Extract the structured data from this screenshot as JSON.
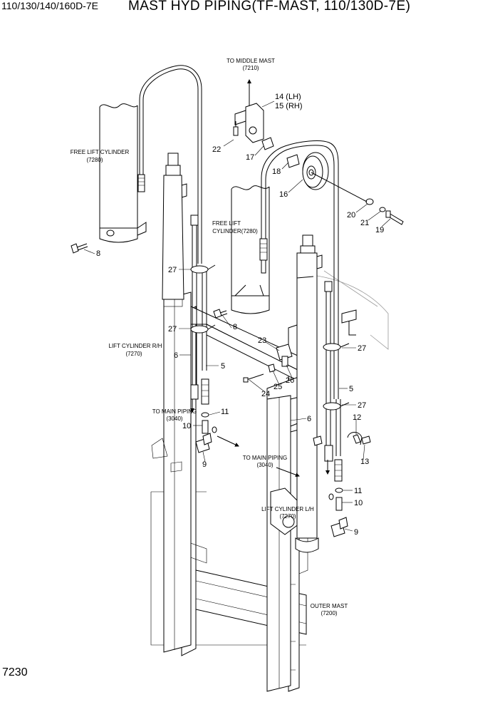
{
  "header": {
    "model": "110/130/140/160D-7E",
    "title": "MAST HYD PIPING(TF-MAST, 110/130D-7E)"
  },
  "page_number": "7230",
  "callouts": {
    "to_middle_mast": [
      "TO MIDDLE MAST",
      "(7210)"
    ],
    "free_lift_cyl_left": [
      "FREE  LIFT CYLINDER",
      "(7280)"
    ],
    "free_lift_cyl_center": [
      "FREE LIFT",
      "CYLINDER(7280)"
    ],
    "lift_cyl_rh": [
      "LIFT CYLINDER R/H",
      "(7270)"
    ],
    "to_main_piping_left": [
      "TO MAIN PIPING",
      "(3040)"
    ],
    "to_main_piping_center": [
      "TO MAIN PIPING",
      "(3040)"
    ],
    "lift_cyl_lh": [
      "LIFT CYLINDER L/H",
      "(7270)"
    ],
    "outer_mast": [
      "OUTER MAST",
      "(7200)"
    ]
  },
  "part_numbers": {
    "p14": "14 (LH)",
    "p15": "15 (RH)",
    "p22": "22",
    "p17": "17",
    "p18": "18",
    "p16": "16",
    "p20": "20",
    "p21": "21",
    "p19": "19",
    "p8a": "8",
    "p8b": "8",
    "p27a": "27",
    "p27b": "27",
    "p27c": "27",
    "p27d": "27",
    "p23": "23",
    "p6a": "6",
    "p6b": "6",
    "p5a": "5",
    "p5b": "5",
    "p26": "26",
    "p25": "25",
    "p24": "24",
    "p11a": "11",
    "p11b": "11",
    "p10a": "10",
    "p10b": "10",
    "p9a": "9",
    "p9b": "9",
    "p12": "12",
    "p13": "13"
  }
}
